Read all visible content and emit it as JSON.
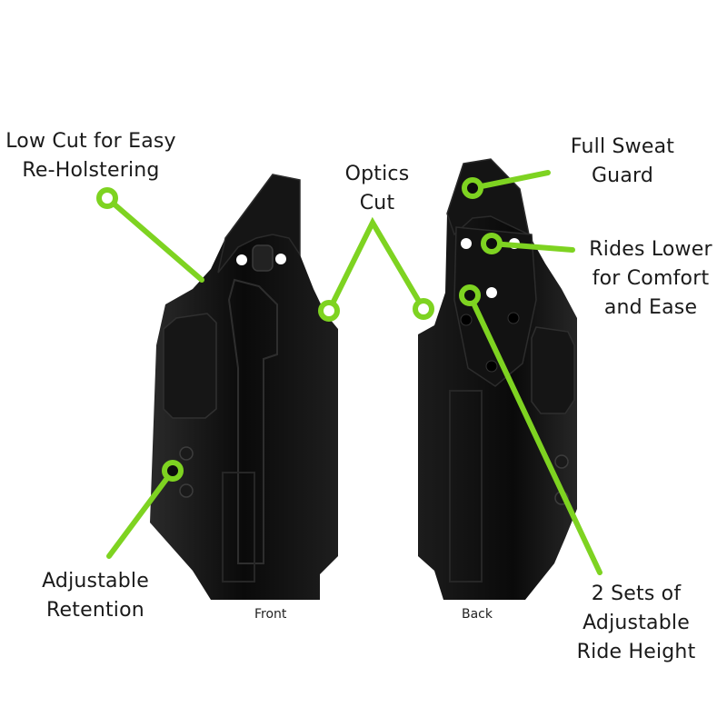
{
  "accent_color": "#7ed321",
  "holster_color": "#0d0d0d",
  "callouts": {
    "low_cut": {
      "line1": "Low Cut for Easy",
      "line2": "Re-Holstering"
    },
    "optics_cut": {
      "line1": "Optics",
      "line2": "Cut"
    },
    "sweat_guard": {
      "line1": "Full Sweat",
      "line2": "Guard"
    },
    "rides_lower": {
      "line1": "Rides Lower",
      "line2": "for Comfort",
      "line3": "and Ease"
    },
    "retention": {
      "line1": "Adjustable",
      "line2": "Retention"
    },
    "ride_height": {
      "line1": "2 Sets of",
      "line2": "Adjustable",
      "line3": "Ride Height"
    }
  },
  "views": {
    "front": "Front",
    "back": "Back"
  }
}
